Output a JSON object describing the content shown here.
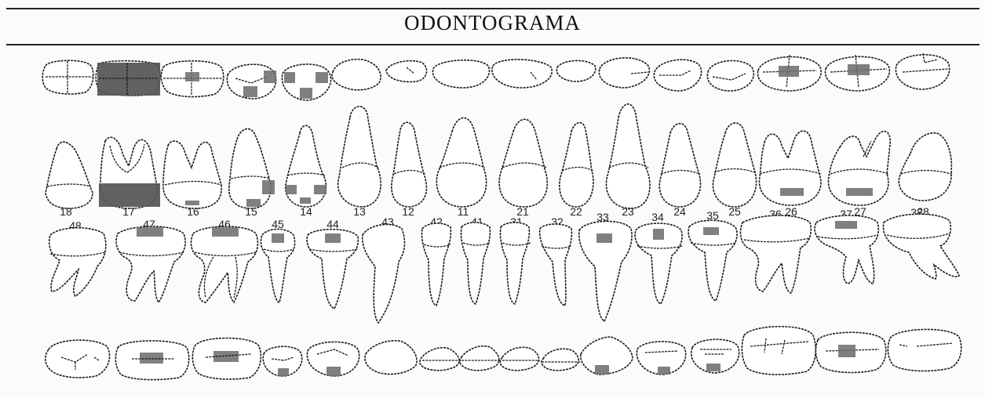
{
  "title": "ODONTOGRAMA",
  "upper_numbers": [
    "18",
    "17",
    "16",
    "15",
    "14",
    "13",
    "12",
    "11",
    "21",
    "22",
    "23",
    "24",
    "25",
    "26",
    "27",
    "28"
  ],
  "lower_numbers": [
    "48",
    "47",
    "46",
    "45",
    "44",
    "43",
    "42",
    "41",
    "31",
    "32",
    "33",
    "34",
    "35",
    "36",
    "37",
    "38"
  ],
  "colors": {
    "mark": "#6e6e6e",
    "ink": "#1a1a1a",
    "paper": "#fbfbfb"
  }
}
